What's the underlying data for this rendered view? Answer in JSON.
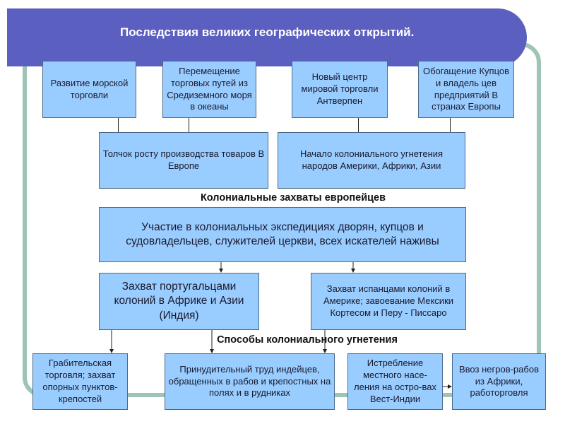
{
  "title": "Последствия великих географических открытий.",
  "row1": [
    "Развитие морской торговли",
    "Перемещение торговых путей из Средиземного моря в океаны",
    "Новый центр мировой торговли Антверпен",
    "Обогащение Купцов и владель цев предприятий В странах Европы"
  ],
  "row2": [
    "Толчок росту производства товаров В Европе",
    "Начало колониального угнетения народов Америки, Африки, Азии"
  ],
  "heading_colonial": "Колониальные захваты европейцев",
  "participation": "Участие в колониальных экспедициях дворян, купцов и судовладельцев, служителей церкви, всех искателей наживы",
  "capture_portuguese": "Захват португальцами колоний в Африке и Азии (Индия)",
  "capture_spanish": "Захват испанцами колоний в Америке; завоевание Мексики Кортесом и Перу - Писсаро",
  "heading_methods": "Способы колониального угнетения",
  "methods": [
    "Грабительская торговля; захват опорных пунктов-крепостей",
    "Принудительный труд индейцев, обращенных в рабов и крепостных на полях и в рудниках",
    "Истребление местного насе-ления на остро-вах Вест-Индии",
    "Ввоз негров-рабов из Африки, работорговля"
  ],
  "colors": {
    "banner": "#5b5fbf",
    "box": "#99ccff",
    "frame": "#9ec4b4"
  }
}
